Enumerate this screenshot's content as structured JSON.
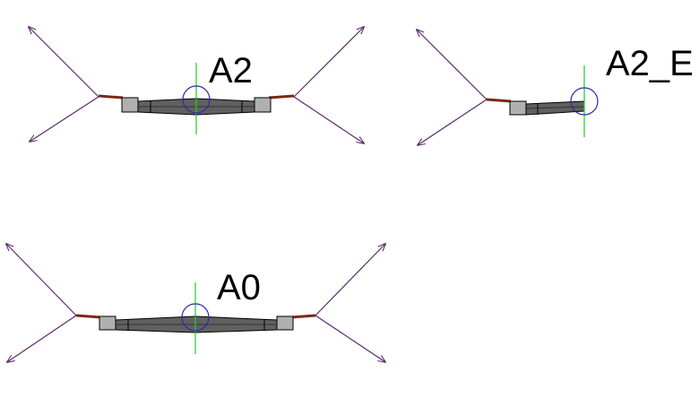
{
  "colors": {
    "background": "#ffffff",
    "slope_line": "#5a2a6a",
    "centerline": "#22cc22",
    "circle": "#2a2aaa",
    "road_dark": "#606060",
    "road_light": "#b0b0b0",
    "outline": "#000000",
    "shoulder": "#7a2a1a"
  },
  "sections": [
    {
      "label": "A2",
      "kind": "full"
    },
    {
      "label": "A2_E",
      "kind": "half"
    },
    {
      "label": "A0",
      "kind": "full"
    }
  ]
}
